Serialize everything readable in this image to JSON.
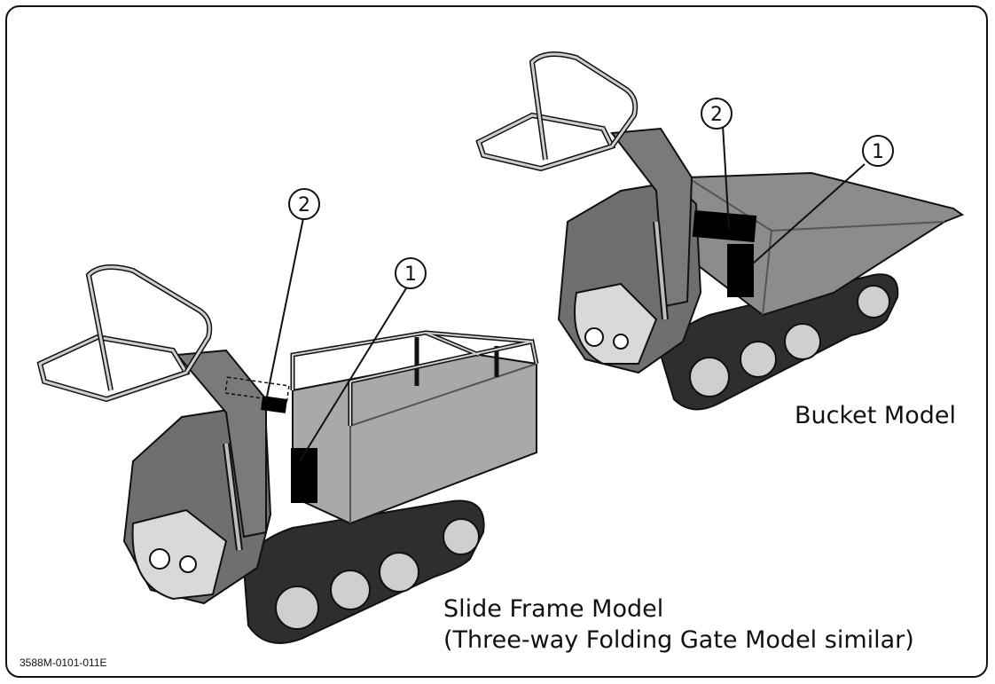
{
  "labels": {
    "bucket_model": "Bucket Model",
    "slide_frame_line1": "Slide Frame Model",
    "slide_frame_line2": "(Three-way Folding Gate Model similar)"
  },
  "callouts": {
    "one": "1",
    "two": "2"
  },
  "figure_code": "3588M-0101-011E",
  "colors": {
    "outline": "#111111",
    "body_gray": "#8c8c8c",
    "dark_gray": "#555555",
    "track": "#2e2e2e",
    "label_patch": "#000000"
  }
}
